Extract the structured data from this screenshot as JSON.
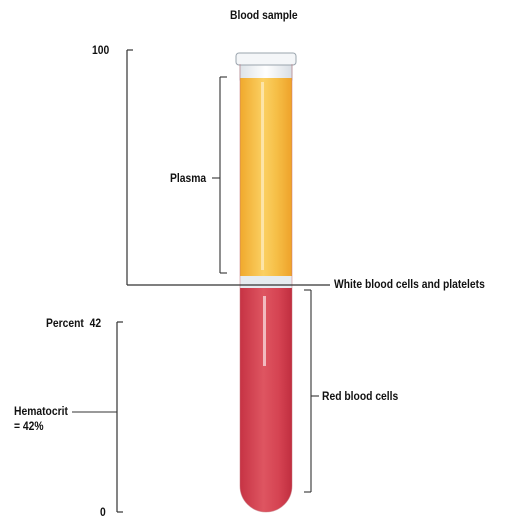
{
  "title": "Blood sample",
  "scale": {
    "top_label": "100",
    "mid_label": "Percent  42",
    "bottom_label": "0"
  },
  "labels": {
    "plasma": "Plasma",
    "buffy_coat": "White blood cells and platelets",
    "red_cells": "Red blood cells",
    "hematocrit_line1": "Hematocrit",
    "hematocrit_line2": "= 42%"
  },
  "colors": {
    "plasma": "#f2b43a",
    "plasma_light": "#fbd46e",
    "red_cells": "#d4404f",
    "red_cells_dark": "#c22f3f",
    "buffy_coat": "#e9eef2",
    "line": "#333333"
  }
}
